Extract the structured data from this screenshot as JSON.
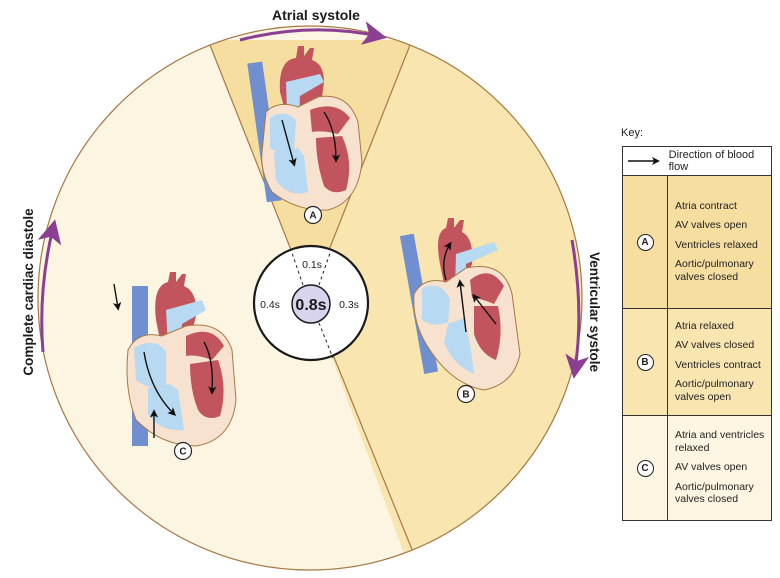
{
  "phases": {
    "atrial_systole": "Atrial systole",
    "ventricular_systole": "Ventricular systole",
    "complete_diastole": "Complete cardiac diastole"
  },
  "cycle": {
    "total": "0.8s",
    "atrial_systole_duration": "0.1s",
    "ventricular_systole_duration": "0.3s",
    "diastole_duration": "0.4s"
  },
  "hearts": {
    "a_badge": "A",
    "b_badge": "B",
    "c_badge": "C"
  },
  "key": {
    "label": "Key:",
    "legend_text": "Direction of blood flow",
    "rows": [
      {
        "badge": "A",
        "items": [
          "Atria contract",
          "AV valves open",
          "Ventricles relaxed",
          "Aortic/pulmonary valves closed"
        ]
      },
      {
        "badge": "B",
        "items": [
          "Atria relaxed",
          "AV valves closed",
          "Ventricles contract",
          "Aortic/pulmonary valves open"
        ]
      },
      {
        "badge": "C",
        "items": [
          "Atria and ventricles relaxed",
          "AV valves open",
          "Aortic/pulmonary valves closed"
        ]
      }
    ]
  },
  "colors": {
    "atrial_sector": "#f6dea0",
    "ventricular_sector": "#f8e5b0",
    "diastole_sector": "#fcf5e2",
    "arrow_purple": "#8b3f93",
    "center_fill": "#d8d4ee",
    "oxygenated": "#c2545e",
    "deoxygenated": "#b7d9f2",
    "vein_blue": "#6f8fd0",
    "myocardium": "#f6e2cf"
  }
}
